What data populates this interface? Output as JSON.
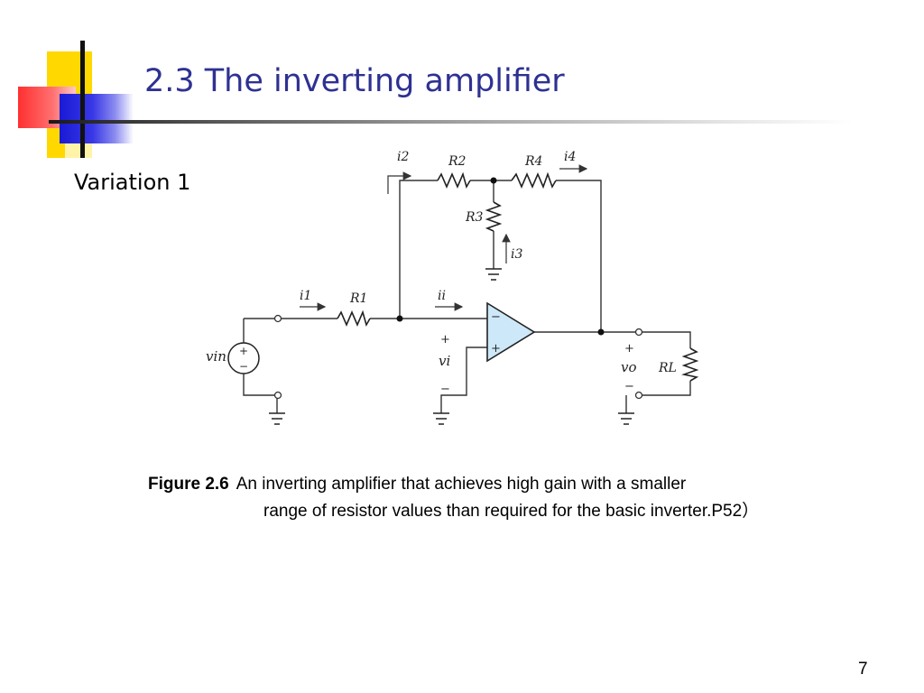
{
  "slide": {
    "title": "2.3 The inverting amplifier",
    "subtitle": "Variation 1",
    "page_number": "7"
  },
  "figure": {
    "caption_label": "Figure 2.6",
    "caption_line1": "An inverting amplifier that achieves high gain with a smaller",
    "caption_line2": "range of resistor values than required for the basic inverter.P52）",
    "labels": {
      "i1": "i1",
      "i2": "i2",
      "i3": "i3",
      "i4": "i4",
      "ii": "ii",
      "R1": "R1",
      "R2": "R2",
      "R3": "R3",
      "R4": "R4",
      "RL": "RL",
      "vin": "vin",
      "vi": "vi",
      "vo": "vo"
    }
  },
  "colors": {
    "title": "#2e3192",
    "opamp_fill": "#cde8f8"
  }
}
